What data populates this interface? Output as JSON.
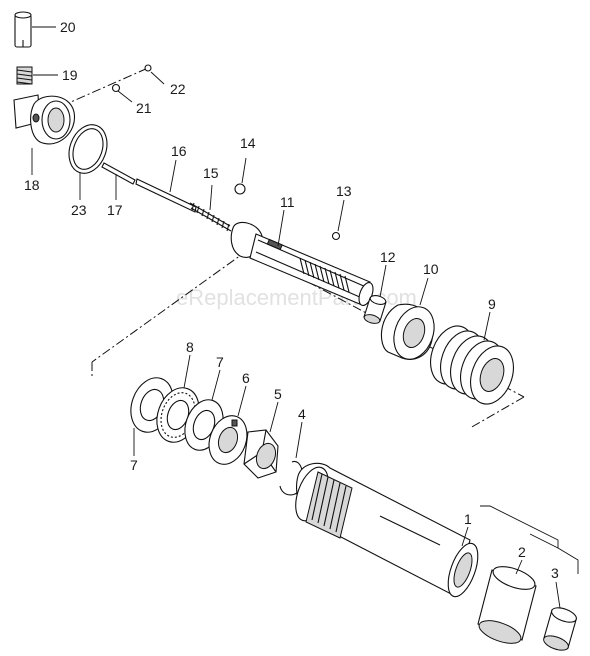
{
  "watermark": "eReplacementParts.com",
  "callouts": [
    {
      "id": "20",
      "text": "20"
    },
    {
      "id": "19",
      "text": "19"
    },
    {
      "id": "22",
      "text": "22"
    },
    {
      "id": "21",
      "text": "21"
    },
    {
      "id": "16",
      "text": "16"
    },
    {
      "id": "14",
      "text": "14"
    },
    {
      "id": "15",
      "text": "15"
    },
    {
      "id": "18",
      "text": "18"
    },
    {
      "id": "23",
      "text": "23"
    },
    {
      "id": "17",
      "text": "17"
    },
    {
      "id": "11",
      "text": "11"
    },
    {
      "id": "13",
      "text": "13"
    },
    {
      "id": "12",
      "text": "12"
    },
    {
      "id": "10",
      "text": "10"
    },
    {
      "id": "9",
      "text": "9"
    },
    {
      "id": "8",
      "text": "8"
    },
    {
      "id": "7a",
      "text": "7"
    },
    {
      "id": "6",
      "text": "6"
    },
    {
      "id": "5",
      "text": "5"
    },
    {
      "id": "4",
      "text": "4"
    },
    {
      "id": "7b",
      "text": "7"
    },
    {
      "id": "1",
      "text": "1"
    },
    {
      "id": "2",
      "text": "2"
    },
    {
      "id": "3",
      "text": "3"
    }
  ]
}
